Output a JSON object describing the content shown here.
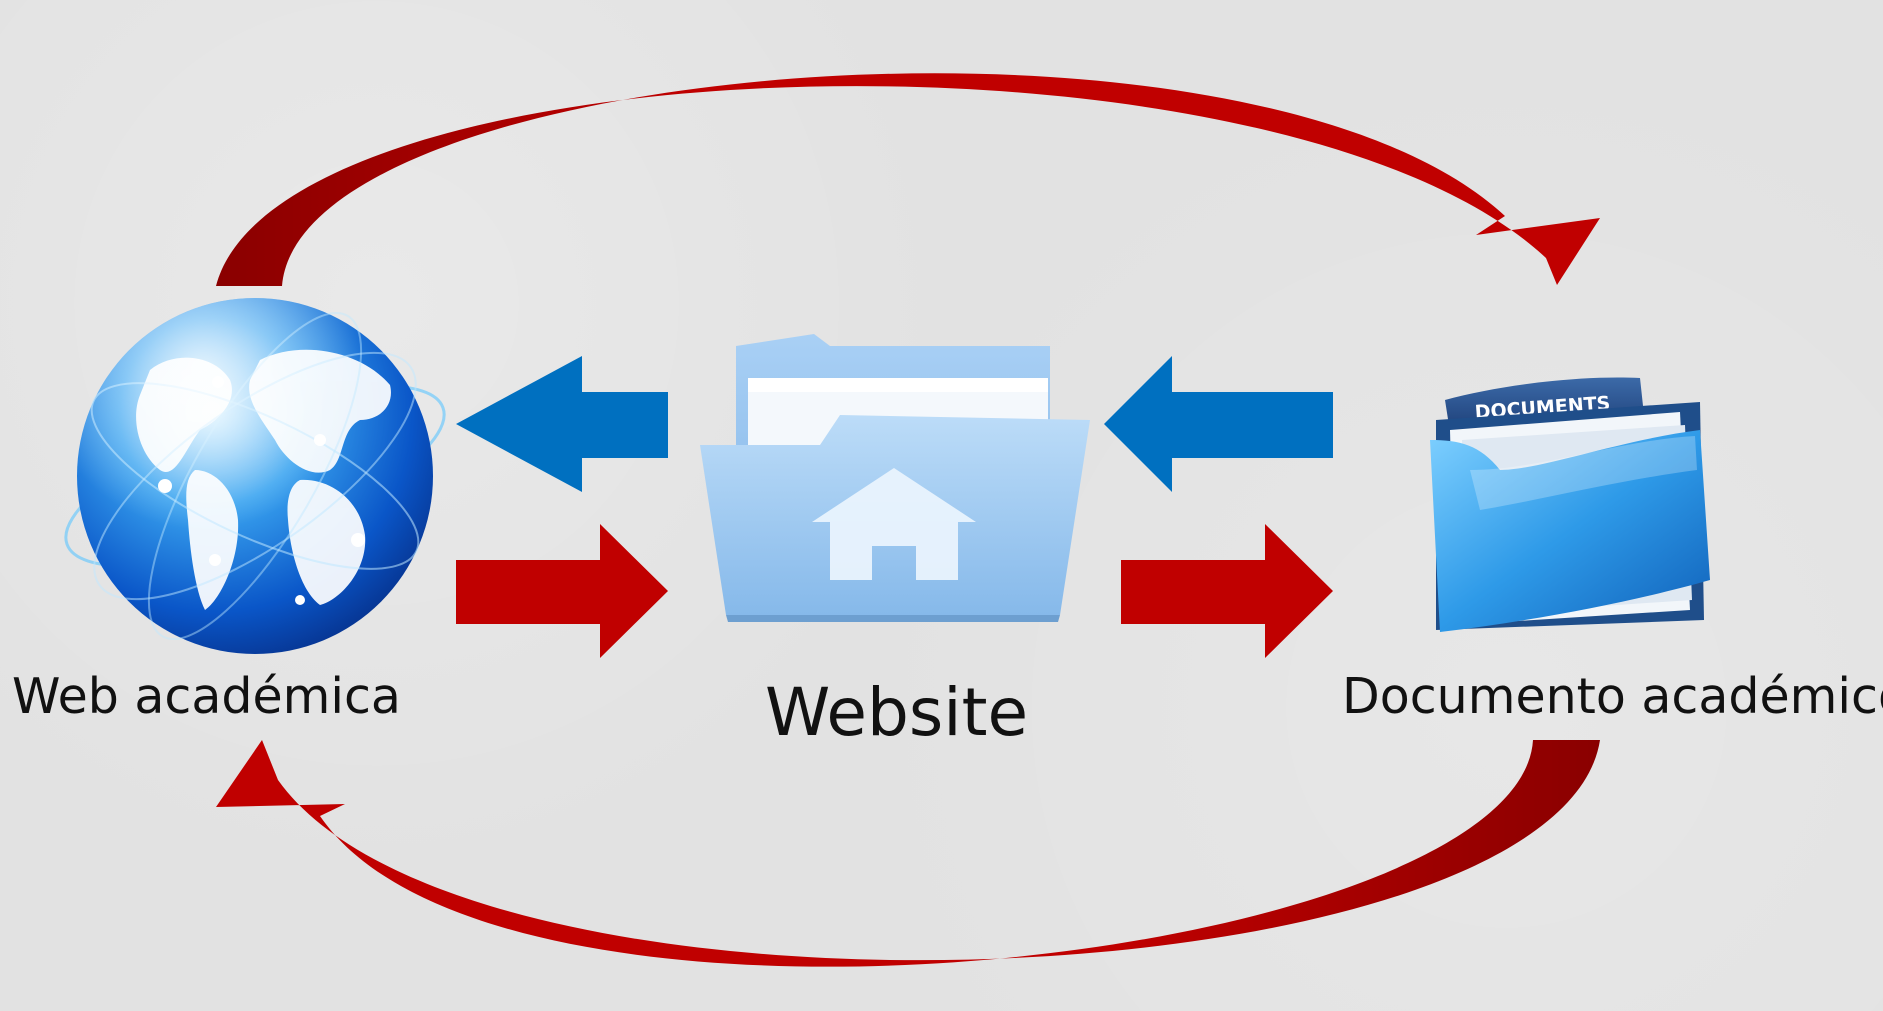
{
  "nodes": {
    "left": {
      "label": "Web académica",
      "icon": "globe-icon"
    },
    "center": {
      "label": "Website",
      "icon": "home-folder-icon"
    },
    "right": {
      "label": "Documento académico",
      "icon": "documents-folder-icon",
      "folder_tab_text": "DOCUMENTS"
    }
  },
  "colors": {
    "background": "#e2e2e2",
    "red_arrow": "#c00000",
    "red_arrow_dark": "#8c0000",
    "blue_arrow": "#0070c0",
    "text": "#111111"
  }
}
